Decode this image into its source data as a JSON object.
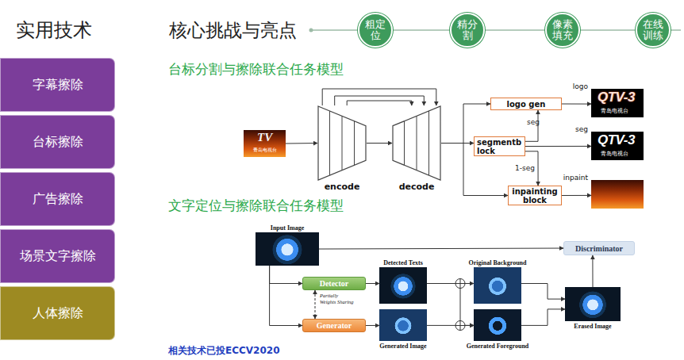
{
  "diagram": {
    "title": "核心挑战与亮点",
    "caption": "相关技术已投ECCV2020",
    "nodes": [
      {
        "text": [
          "字幕擦除"
        ]
      },
      {
        "text": [
          "台标擦除"
        ]
      },
      {
        "text": [
          "广告擦除"
        ]
      },
      {
        "text": [
          "场景文字擦除"
        ]
      },
      {
        "text": [
          "人体擦除"
        ]
      },
      {
        "text": [
          "粗定位"
        ]
      },
      {
        "text": [
          "精分割"
        ]
      },
      {
        "text": [
          "像素填充"
        ]
      },
      {
        "text": [
          "在线训练"
        ]
      },
      {
        "text": [
          "TV",
          "青岛电视台"
        ]
      },
      {
        "text": [
          "encode"
        ]
      },
      {
        "text": [
          "decode"
        ]
      },
      {
        "text": [
          "logo gen"
        ]
      },
      {
        "text": [
          "segmentblock"
        ]
      },
      {
        "text": [
          "inpainting block"
        ]
      },
      {
        "text": [
          "logo",
          "QTV-3",
          "青岛电视台"
        ]
      },
      {
        "text": [
          "seg",
          "QTV-3",
          "青岛电视台"
        ]
      },
      {
        "text": [
          "inpaint"
        ]
      },
      {
        "text": [
          "Input Image"
        ]
      },
      {
        "text": [
          "Detector"
        ]
      },
      {
        "text": [
          "Generator"
        ]
      },
      {
        "text": [
          "Detected Texts"
        ]
      },
      {
        "text": [
          "Generated Image"
        ]
      },
      {
        "text": [
          "Original Background"
        ]
      },
      {
        "text": [
          "Generated Foreground"
        ]
      },
      {
        "text": [
          "Discriminator"
        ]
      },
      {
        "text": [
          "Erased Image"
        ]
      }
    ],
    "edges": [
      {
        "from": 9,
        "to": 10,
        "arrow": "to"
      },
      {
        "from": 10,
        "to": 11,
        "arrow": "to"
      },
      {
        "from": 10,
        "to": 11,
        "arrow": "to"
      },
      {
        "from": 10,
        "to": 11,
        "arrow": "to"
      },
      {
        "from": 10,
        "to": 11,
        "arrow": "to"
      },
      {
        "from": 11,
        "to": 12,
        "arrow": "to"
      },
      {
        "from": 11,
        "to": 13,
        "arrow": "to"
      },
      {
        "from": 11,
        "to": 14,
        "arrow": "to"
      },
      {
        "from": 12,
        "to": 15,
        "arrow": "to"
      },
      {
        "from": 13,
        "to": 16,
        "arrow": "to"
      },
      {
        "from": 14,
        "to": 17,
        "arrow": "to"
      },
      {
        "from": 13,
        "to": 12,
        "label": "seg",
        "arrow": "to"
      },
      {
        "from": 13,
        "to": 14,
        "label": "1-seg",
        "arrow": "to"
      },
      {
        "from": 18,
        "to": 19,
        "arrow": "to"
      },
      {
        "from": 18,
        "to": 20,
        "arrow": "to"
      },
      {
        "from": 18,
        "to": 25,
        "arrow": "to"
      },
      {
        "from": 19,
        "to": 20,
        "label": "Partially Weights Sharing",
        "arrow": "both"
      },
      {
        "from": 19,
        "to": 21,
        "arrow": "to"
      },
      {
        "from": 20,
        "to": 22,
        "arrow": "to"
      },
      {
        "from": 21,
        "to": 23,
        "arrow": "to"
      },
      {
        "from": 22,
        "to": 24,
        "arrow": "to"
      },
      {
        "from": 21,
        "to": 24,
        "arrow": "to"
      },
      {
        "from": 23,
        "to": 26,
        "arrow": "to"
      },
      {
        "from": 24,
        "to": 26,
        "arrow": "to"
      },
      {
        "from": 26,
        "to": 25,
        "arrow": "to"
      }
    ],
    "labels": [
      "实用技术",
      "台标分割与擦除联合任务模型",
      "文字定位与擦除联合任务模型"
    ]
  }
}
